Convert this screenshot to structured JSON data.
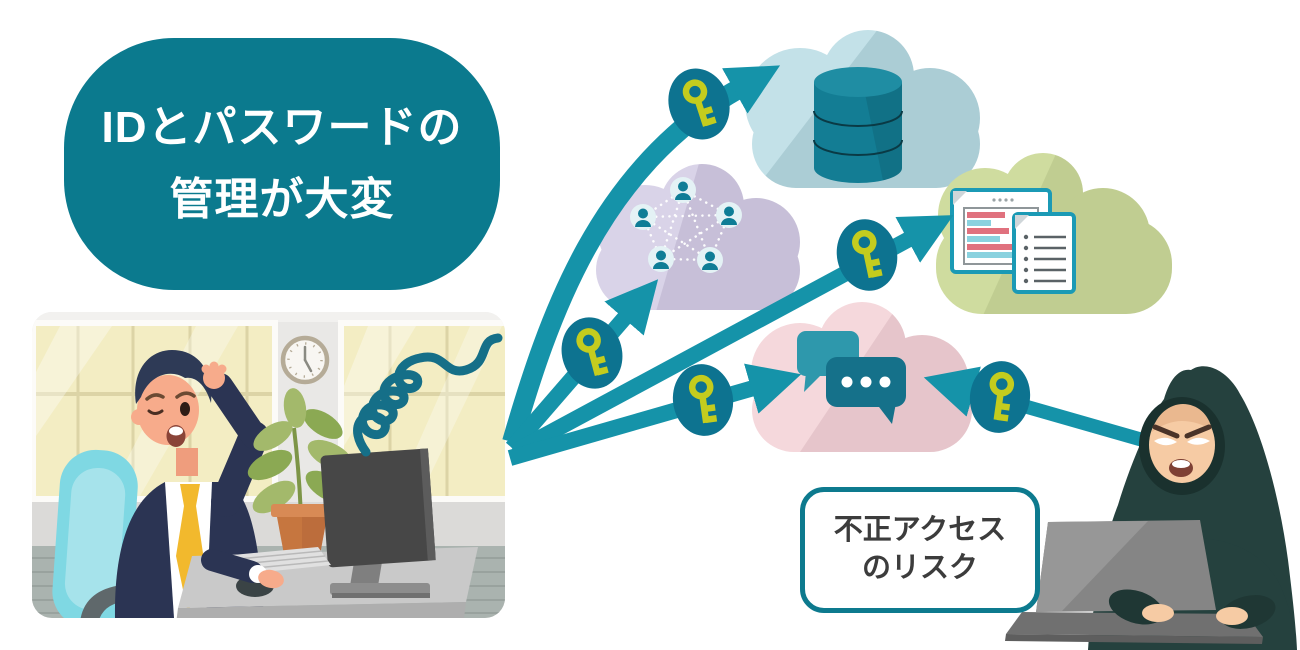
{
  "problem_bubble": {
    "line1": "IDとパスワードの",
    "line2": "管理が大変",
    "bg_color": "#0b7a8e",
    "text_color": "#ffffff"
  },
  "risk_callout": {
    "line1": "不正アクセス",
    "line2": "のリスク",
    "border_color": "#0d7a8e",
    "text_color": "#3c3c3c"
  },
  "palette": {
    "arrow_teal": "#1593a9",
    "key_badge_teal": "#0d7390",
    "key_yellow": "#c4cc1e",
    "squiggle_teal": "#156f88",
    "hoodie_dark": "#25413e",
    "suit_navy": "#2b3453",
    "tie_yellow": "#f2b92d",
    "chair_cyan": "#7fd8e3"
  },
  "clouds": [
    {
      "name": "database-cloud",
      "icon": "database-icon",
      "color": "#c3e1e8",
      "icon_color": "#137d94"
    },
    {
      "name": "user-network-cloud",
      "icon": "user-network-icon",
      "color": "#d9d3e8",
      "icon_color": "#0f7d96",
      "user_count": 5
    },
    {
      "name": "documents-cloud",
      "icon": "documents-icon",
      "color": "#cfdc9f",
      "icon_color": "#1b9ab5"
    },
    {
      "name": "chat-cloud",
      "icon": "chat-bubbles-icon",
      "color": "#f5d8dc",
      "icon_color": "#15718a",
      "chat_light_color": "#2e98ac"
    }
  ],
  "keys": {
    "icon": "key-icon",
    "count": 5
  },
  "arrows": {
    "count": 5
  },
  "scene": {
    "actors": [
      "office-worker",
      "hacker"
    ],
    "objects": [
      "window",
      "wall-clock",
      "potted-plant",
      "desk",
      "monitor",
      "keyboard",
      "mouse",
      "office-chair",
      "laptop",
      "confusion-squiggle"
    ]
  }
}
